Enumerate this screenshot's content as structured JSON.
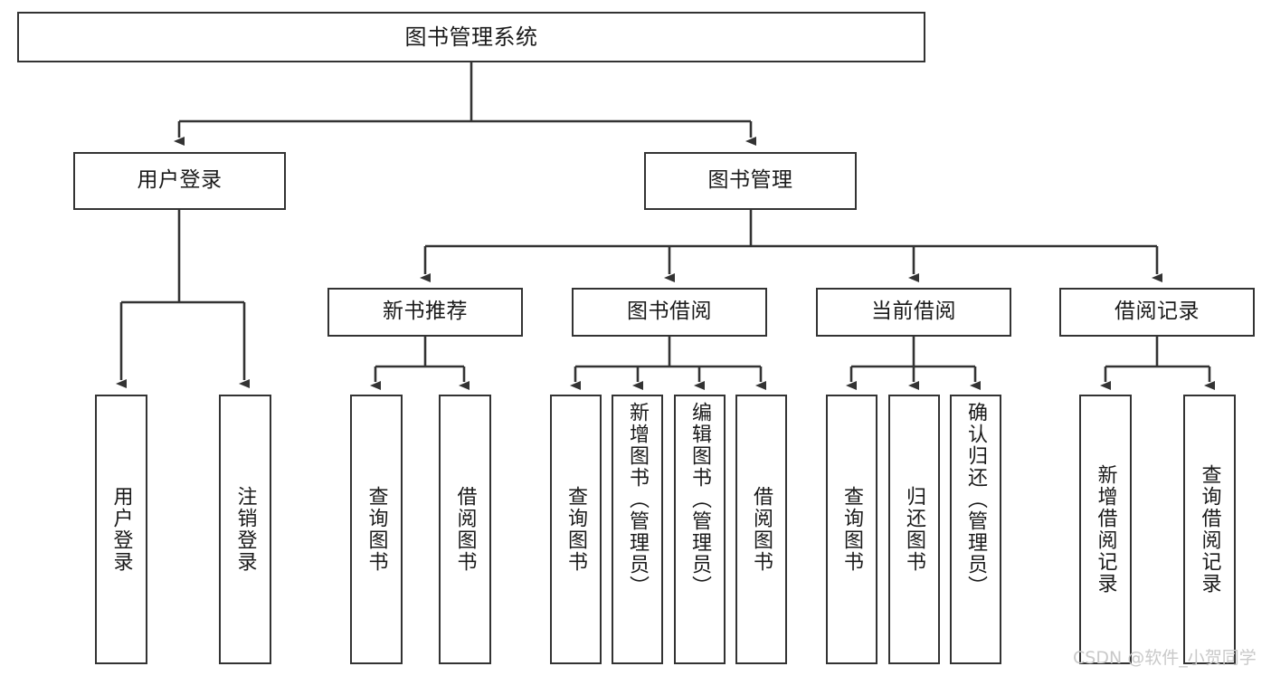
{
  "diagram": {
    "title": "图书管理系统",
    "type": "tree-hierarchy",
    "watermark": "CSDN @软件_小贺同学",
    "colors": {
      "stroke": "#333333",
      "fill": "#ffffff",
      "text": "#1a1a1a",
      "watermark": "#c9c9c9"
    },
    "levels": {
      "root": {
        "label": "图书管理系统"
      },
      "level2": [
        {
          "label": "用户登录"
        },
        {
          "label": "图书管理"
        }
      ],
      "level3": [
        {
          "label": "新书推荐"
        },
        {
          "label": "图书借阅"
        },
        {
          "label": "当前借阅"
        },
        {
          "label": "借阅记录"
        }
      ],
      "leaves": {
        "user_login": [
          {
            "label": "用户登录"
          },
          {
            "label": "注销登录"
          }
        ],
        "new_book_recommend": [
          {
            "label": "查询图书"
          },
          {
            "label": "借阅图书"
          }
        ],
        "book_borrow": [
          {
            "label": "查询图书"
          },
          {
            "label": "新增图书（管理员）"
          },
          {
            "label": "编辑图书（管理员）"
          },
          {
            "label": "借阅图书"
          }
        ],
        "current_borrow": [
          {
            "label": "查询图书"
          },
          {
            "label": "归还图书"
          },
          {
            "label": "确认归还（管理员）"
          }
        ],
        "borrow_record": [
          {
            "label": "新增借阅记录"
          },
          {
            "label": "查询借阅记录"
          }
        ]
      }
    }
  }
}
